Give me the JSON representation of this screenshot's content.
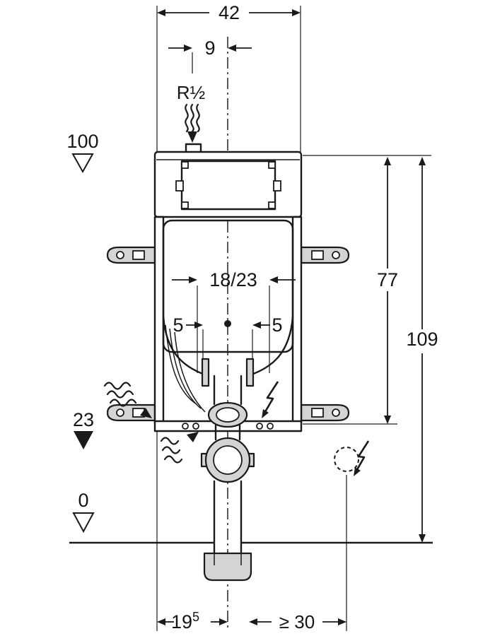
{
  "page": {
    "background": "#ffffff"
  },
  "diagram": {
    "description": "Concealed WC cistern element - installation dimension drawing (cm)",
    "line_color": "#1a1a1a",
    "gray_fill": "#d4d4d4",
    "dimensions": {
      "overall_width": "42",
      "supply_offset": "9",
      "supply_thread": "R½",
      "level_top": "100",
      "bend_depth": "18/23",
      "offset_left": "5",
      "offset_right": "5",
      "frame_height": "77",
      "total_height": "109",
      "level_bend": "23",
      "level_floor": "0",
      "foot_distance_base": "19",
      "foot_distance_exp": "5",
      "outlet_distance": "≥ 30"
    }
  }
}
